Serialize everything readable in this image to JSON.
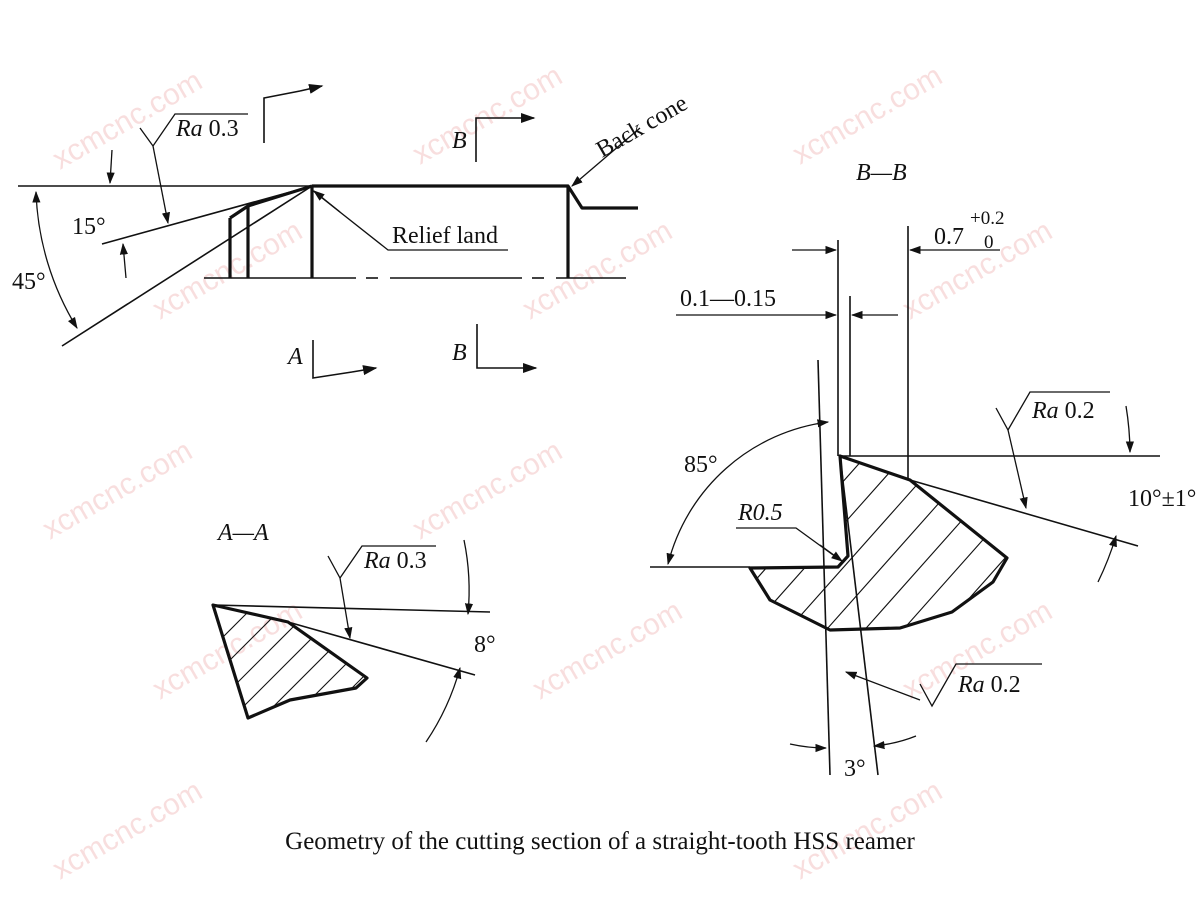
{
  "caption": "Geometry of the cutting section of a straight-tooth HSS reamer",
  "watermark": "xcmcnc.com",
  "views": {
    "side": {
      "angle_15": "15°",
      "angle_45": "45°",
      "roughness_ra": "Ra",
      "roughness_value": "0.3",
      "section_b_top": "B",
      "section_b_bottom": "B",
      "section_a": "A",
      "relief_land": "Relief land",
      "back_cone": "Back cone"
    },
    "section_aa": {
      "title": "A—A",
      "roughness_ra": "Ra",
      "roughness_value": "0.3",
      "angle_8": "8°"
    },
    "section_bb": {
      "title": "B—B",
      "dim_land": "0.7",
      "tol_upper": "+0.2",
      "tol_lower": "0",
      "dim_gap": "0.1—0.15",
      "angle_85": "85°",
      "radius": "R0.5",
      "roughness_ra_1": "Ra",
      "roughness_value_1": "0.2",
      "angle_10": "10°±1°",
      "roughness_ra_2": "Ra",
      "roughness_value_2": "0.2",
      "angle_3": "3°"
    }
  }
}
